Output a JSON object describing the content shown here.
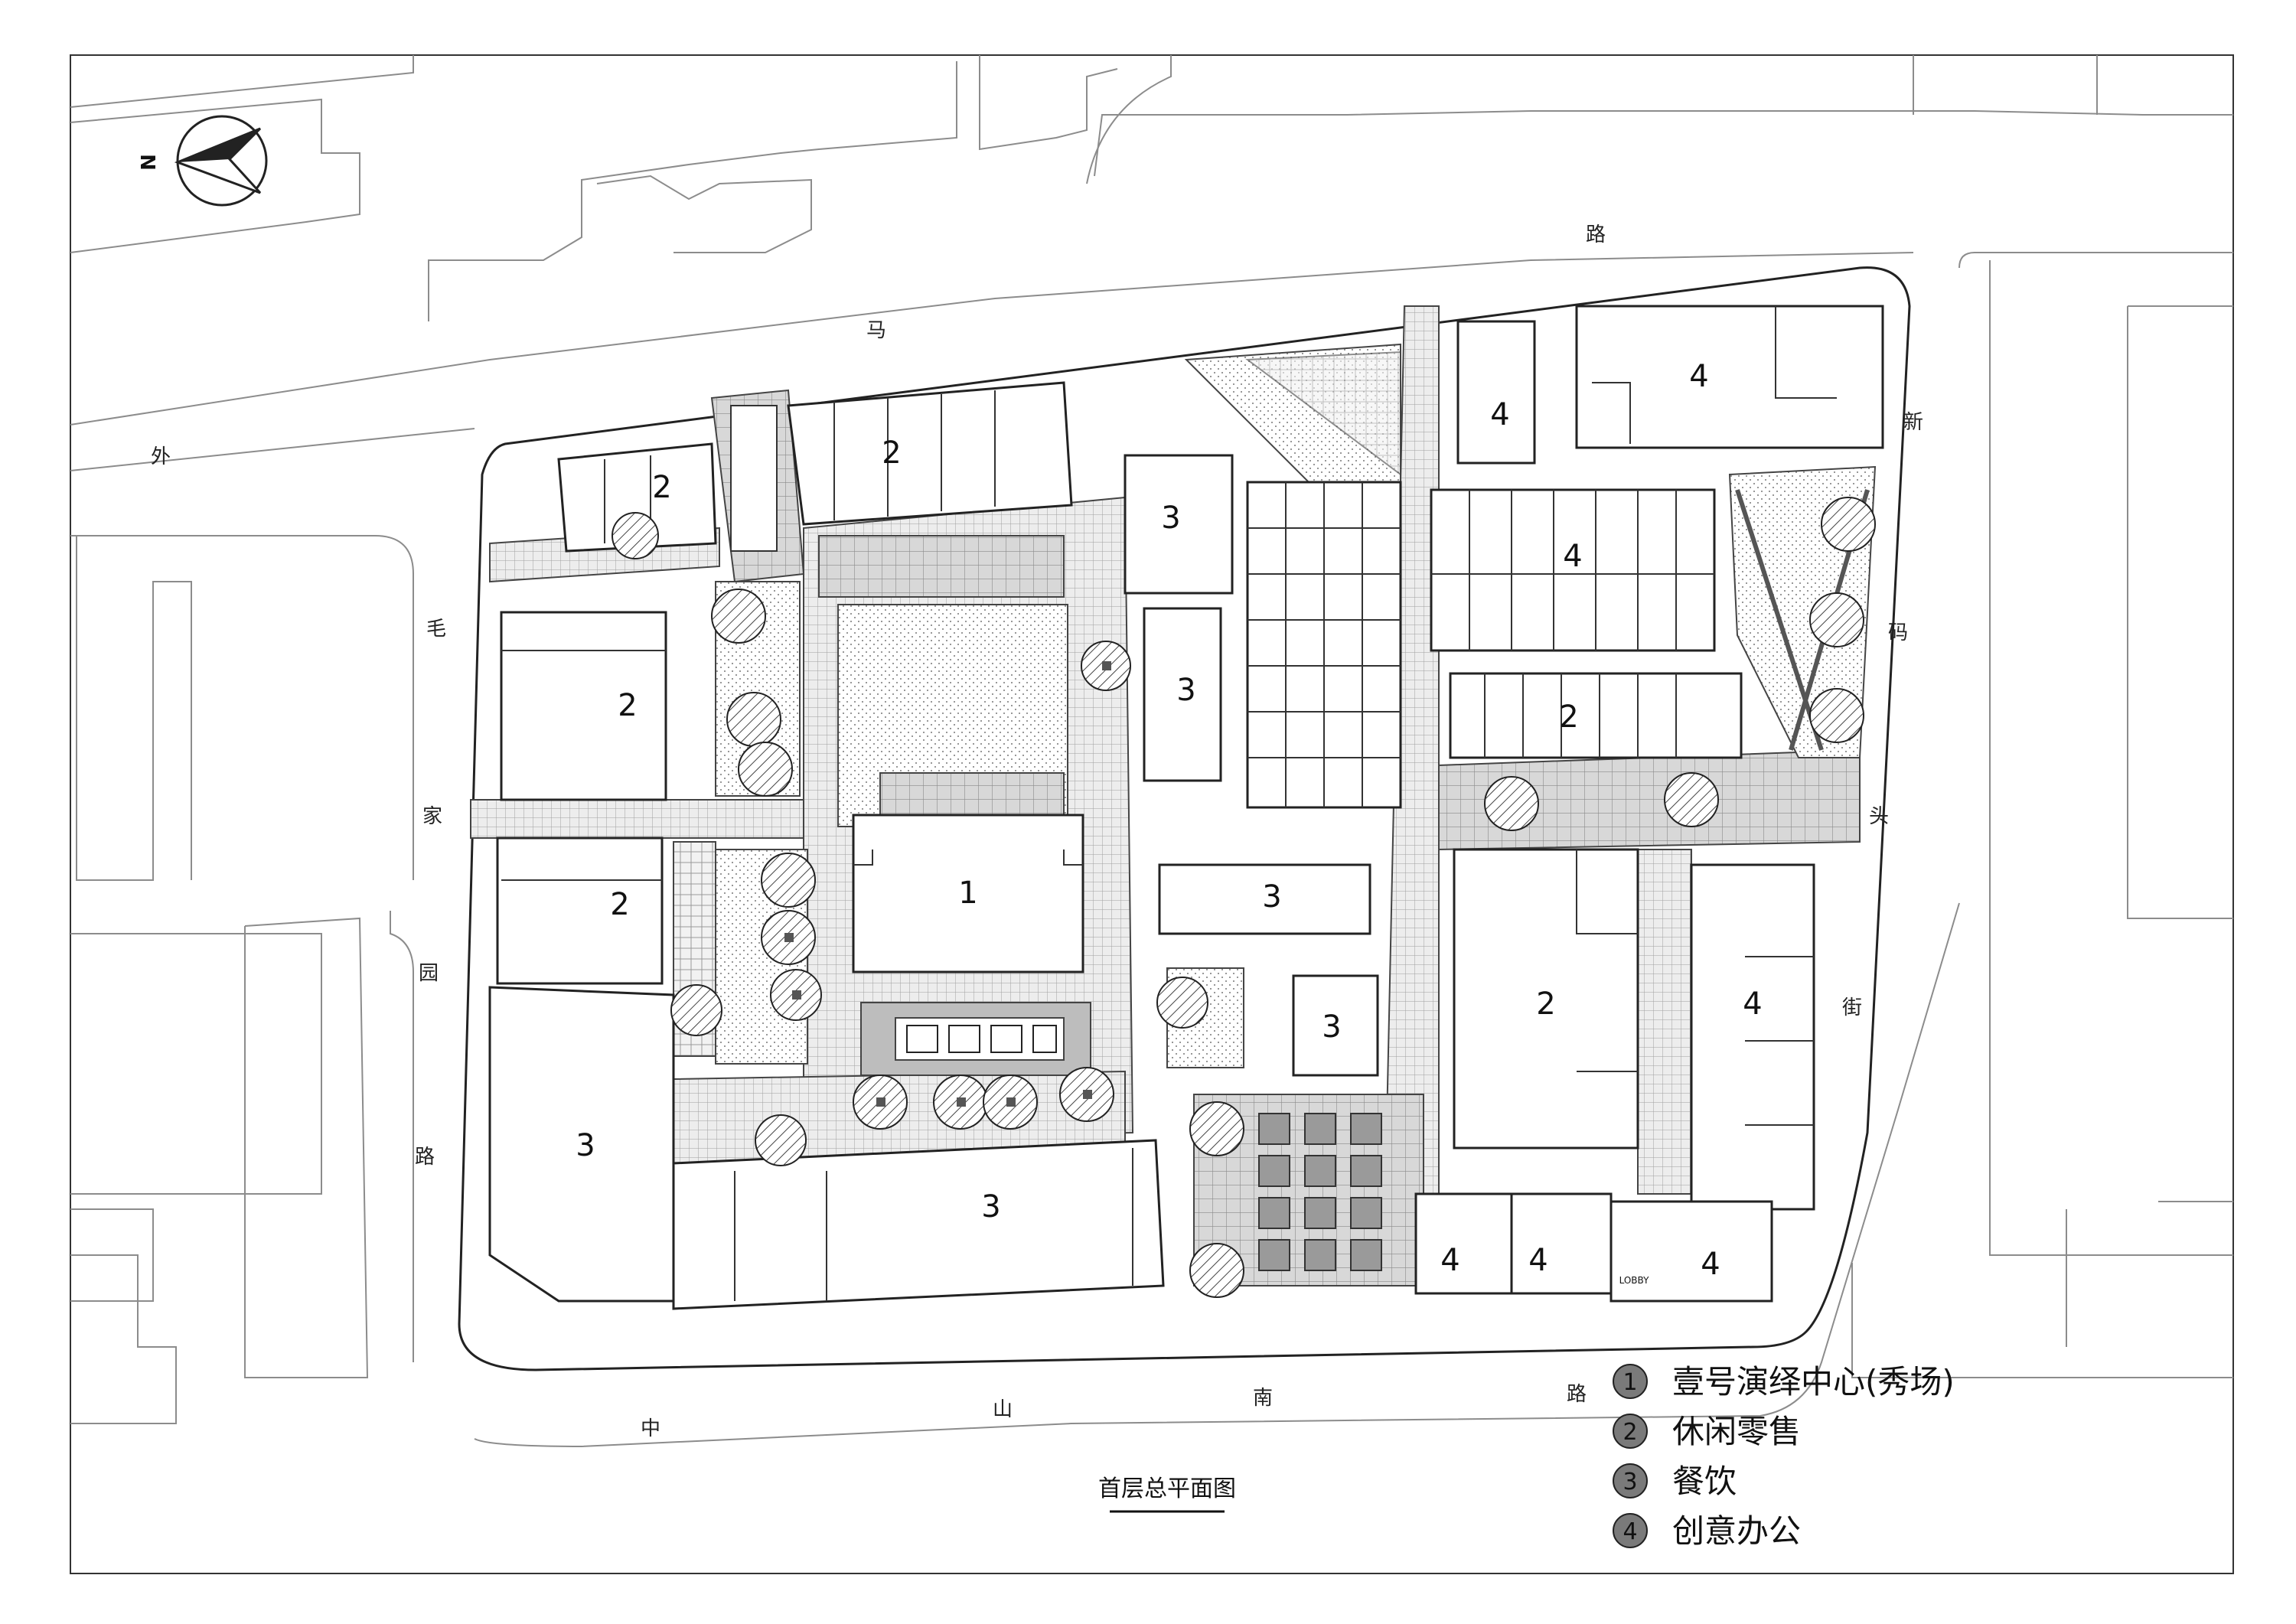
{
  "title": "首层总平面图",
  "north_label": "N",
  "roads": {
    "waima": [
      "外",
      "马",
      "路"
    ],
    "maojiayuan": [
      "毛",
      "家",
      "园",
      "路"
    ],
    "zhongshannan": [
      "中",
      "山",
      "南",
      "路"
    ],
    "xinmatou": [
      "新",
      "码",
      "头",
      "街"
    ]
  },
  "buildings": {
    "b1": "1",
    "b2a": "2",
    "b2b": "2",
    "b2c": "2",
    "b2d": "2",
    "b2e": "2",
    "b2f": "2",
    "b3a": "3",
    "b3b": "3",
    "b3c": "3",
    "b3d": "3",
    "b3e": "3",
    "b3f": "3",
    "b4a": "4",
    "b4b": "4",
    "b4c": "4",
    "b4d": "4",
    "b4e": "4",
    "b4f": "4",
    "b4g": "4",
    "lobby": "LOBBY"
  },
  "legend": [
    {
      "num": "1",
      "label": "壹号演绎中心(秀场)"
    },
    {
      "num": "2",
      "label": "休闲零售"
    },
    {
      "num": "3",
      "label": "餐饮"
    },
    {
      "num": "4",
      "label": "创意办公"
    }
  ],
  "colors": {
    "line": "#333333",
    "paving": "#9a9a9a",
    "tree_fill": "#888888",
    "legend_circle": "#7a7a7a"
  }
}
